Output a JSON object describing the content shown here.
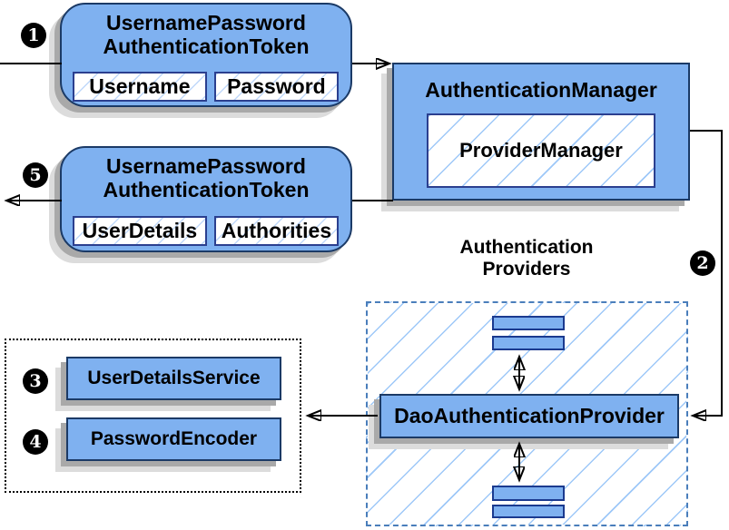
{
  "nodes": {
    "request_token": {
      "badge": "1",
      "title_lines": [
        "UsernamePassword",
        "AuthenticationToken"
      ],
      "fields": [
        "Username",
        "Password"
      ]
    },
    "authentication_manager": {
      "title": "AuthenticationManager",
      "inner_label": "ProviderManager"
    },
    "response_token": {
      "badge": "5",
      "title_lines": [
        "UsernamePassword",
        "AuthenticationToken"
      ],
      "fields": [
        "UserDetails",
        "Authorities"
      ]
    },
    "authentication_providers": {
      "badge": "2",
      "label_lines": [
        "Authentication",
        "Providers"
      ],
      "provider_label": "DaoAuthenticationProvider"
    },
    "user_details_service": {
      "badge": "3",
      "label": "UserDetailsService"
    },
    "password_encoder": {
      "badge": "4",
      "label": "PasswordEncoder"
    }
  },
  "colors": {
    "node_fill": "#7fb1f0",
    "node_border": "#1b3a66",
    "field_border": "#2b3f8f",
    "hatch_line": "#9ec8f8",
    "dashed_border": "#4a7ebb",
    "dotted_border": "#000000",
    "arrow": "#000000",
    "shadow_dark": "#a9a9a9",
    "shadow_light": "#dcdcdc",
    "background": "#ffffff"
  }
}
